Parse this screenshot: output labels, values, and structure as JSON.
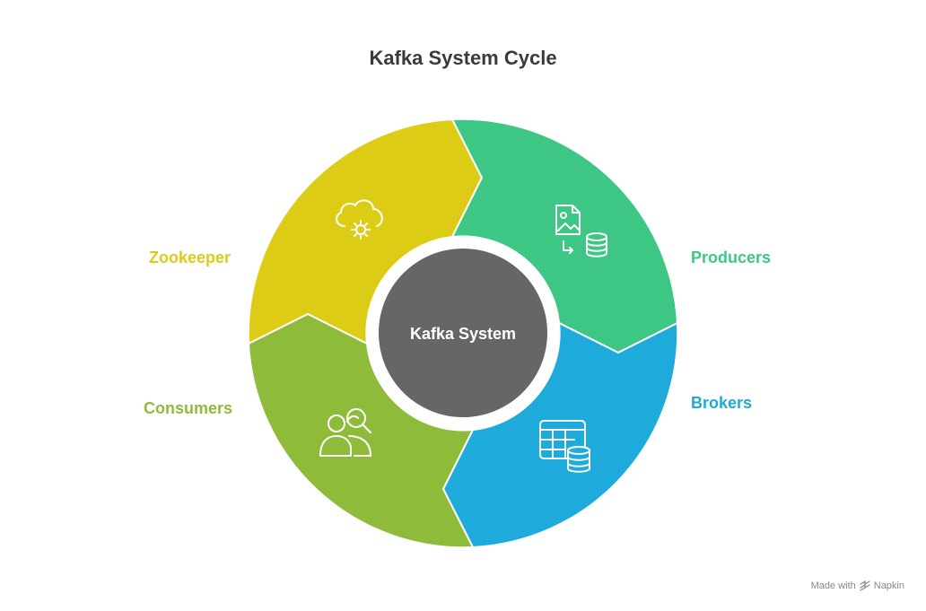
{
  "title": "Kafka System Cycle",
  "center": {
    "label": "Kafka System"
  },
  "segments": [
    {
      "id": "zookeeper",
      "label": "Zookeeper",
      "color": "#dccc16",
      "icon": "cloud-gear-icon"
    },
    {
      "id": "producers",
      "label": "Producers",
      "color": "#3ec784",
      "icon": "file-to-database-icon"
    },
    {
      "id": "brokers",
      "label": "Brokers",
      "color": "#1eaadb",
      "icon": "table-database-icon"
    },
    {
      "id": "consumers",
      "label": "Consumers",
      "color": "#8fbb3a",
      "icon": "users-search-icon"
    }
  ],
  "center_color": "#666666",
  "footer": {
    "made_with": "Made with",
    "brand": "Napkin"
  }
}
